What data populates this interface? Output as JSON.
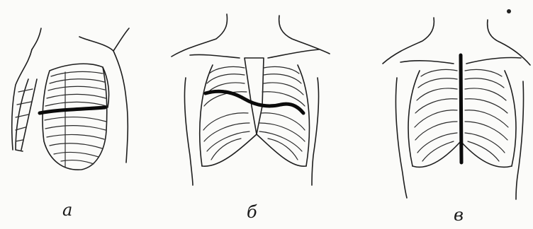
{
  "panels": [
    {
      "id": "a",
      "label": "а"
    },
    {
      "id": "b",
      "label": "б"
    },
    {
      "id": "c",
      "label": "в"
    }
  ]
}
